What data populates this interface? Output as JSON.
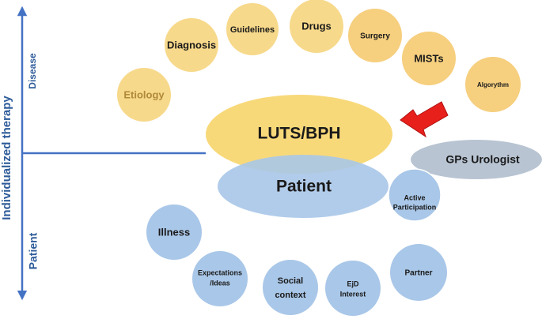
{
  "axis": {
    "main_label": "Individualized therapy",
    "disease_label": "Disease",
    "patient_label": "Patient"
  },
  "center": {
    "luts_label": "LUTS/BPH",
    "patient_label": "Patient",
    "gps_label": "GPs Urologist"
  },
  "disease_nodes": [
    {
      "label": "Etiology"
    },
    {
      "label": "Diagnosis"
    },
    {
      "label": "Guidelines"
    },
    {
      "label": "Drugs"
    },
    {
      "label": "Surgery"
    },
    {
      "label": "MISTs"
    },
    {
      "label": "Algorythm"
    }
  ],
  "patient_nodes": [
    {
      "label": "Illness"
    },
    {
      "label": "Expectations",
      "label2": "/Ideas"
    },
    {
      "label": "Social",
      "label2": "context"
    },
    {
      "label": "EjD",
      "label2": "Interest"
    },
    {
      "label": "Partner"
    },
    {
      "label": "Active",
      "label2": "Participation"
    }
  ],
  "colors": {
    "disease": "#f7d98b",
    "luts": "#f8d97a",
    "patient": "#a9c7e8",
    "gps": "#b8c4d2",
    "axis": "#4472c4",
    "arrow": "#e8201c"
  }
}
